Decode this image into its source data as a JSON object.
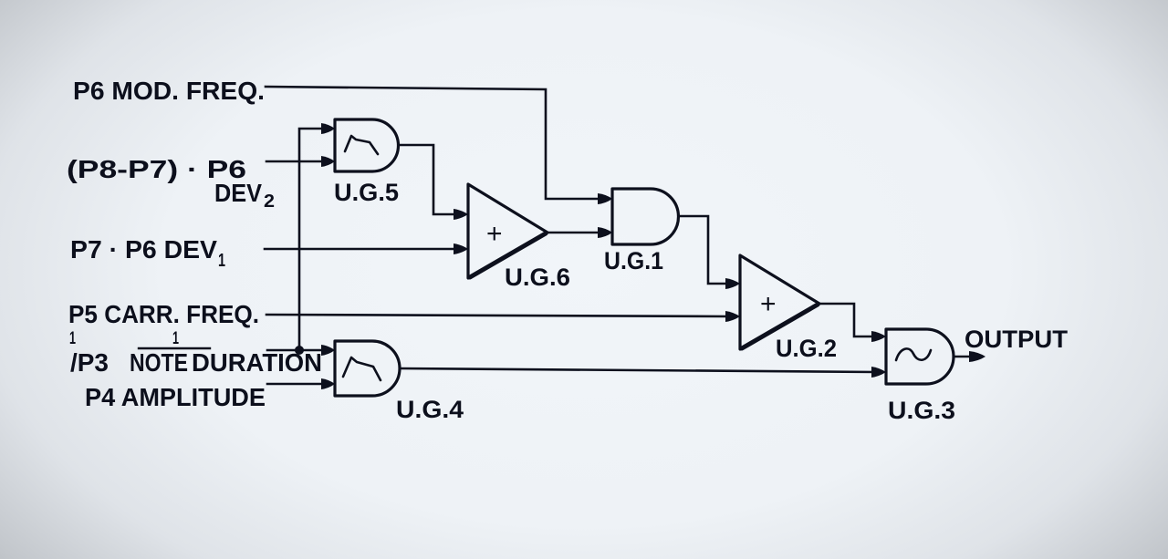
{
  "diagram": {
    "inputs": {
      "mod_freq": {
        "label": "P6 MOD. FREQ."
      },
      "dev2": {
        "label": "(P8-P7) · P6",
        "suffix": "DEV",
        "subscript": "2"
      },
      "dev1": {
        "label": "P7 · P6 DEV",
        "subscript": "1"
      },
      "carr_freq": {
        "label": "P5 CARR. FREQ."
      },
      "note_duration": {
        "fraction_numerator": "1",
        "fraction_denominator": "/P3",
        "overline_numerator": "1",
        "overlined_word": "NOTE",
        "word": "DURATION"
      },
      "amplitude": {
        "label": "P4 AMPLITUDE"
      }
    },
    "unit_generators": {
      "ug1": {
        "label": "U.G.1",
        "type": "oscillator"
      },
      "ug2": {
        "label": "U.G.2",
        "type": "adder",
        "symbol": "+"
      },
      "ug3": {
        "label": "U.G.3",
        "type": "oscillator",
        "waveform": "sine"
      },
      "ug4": {
        "label": "U.G.4",
        "type": "oscillator",
        "waveform": "envelope"
      },
      "ug5": {
        "label": "U.G.5",
        "type": "oscillator",
        "waveform": "envelope"
      },
      "ug6": {
        "label": "U.G.6",
        "type": "adder",
        "symbol": "+"
      }
    },
    "output": {
      "label": "OUTPUT"
    },
    "connections": [
      {
        "from": "P6 MOD. FREQ.",
        "to": "U.G.1"
      },
      {
        "from": "(P8-P7) · P6 DEV2",
        "to": "U.G.5"
      },
      {
        "from": "1/P3 NOTE DURATION",
        "to": "U.G.5"
      },
      {
        "from": "1/P3 NOTE DURATION",
        "to": "U.G.4"
      },
      {
        "from": "P7 · P6 DEV1",
        "to": "U.G.6"
      },
      {
        "from": "U.G.5",
        "to": "U.G.6"
      },
      {
        "from": "U.G.6",
        "to": "U.G.1"
      },
      {
        "from": "U.G.1",
        "to": "U.G.2"
      },
      {
        "from": "P5 CARR. FREQ.",
        "to": "U.G.2"
      },
      {
        "from": "P4 AMPLITUDE",
        "to": "U.G.4"
      },
      {
        "from": "U.G.2",
        "to": "U.G.3"
      },
      {
        "from": "U.G.4",
        "to": "U.G.3"
      },
      {
        "from": "U.G.3",
        "to": "OUTPUT"
      }
    ]
  }
}
